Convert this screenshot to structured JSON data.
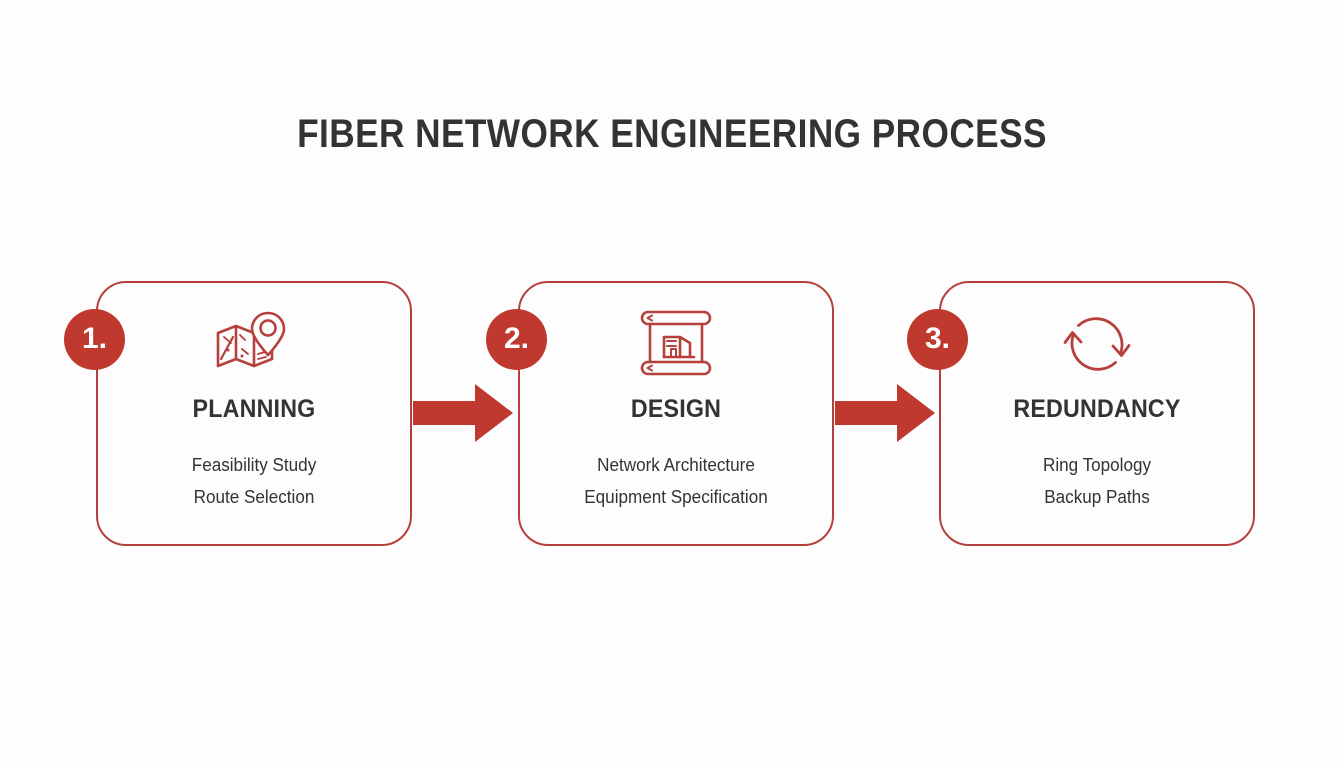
{
  "page": {
    "title": "FIBER NETWORK ENGINEERING PROCESS",
    "background_color": "#fdfdfd",
    "accent_color": "#c0392f",
    "border_color": "#b5403c",
    "text_color": "#333333"
  },
  "steps": [
    {
      "badge": "1.",
      "icon": "folded-map-with-location-pin-icon",
      "title": "PLANNING",
      "lines": [
        "Feasibility Study",
        "Route Selection"
      ]
    },
    {
      "badge": "2.",
      "icon": "blueprint-scroll-icon",
      "title": "DESIGN",
      "lines": [
        "Network Architecture",
        "Equipment Specification"
      ]
    },
    {
      "badge": "3.",
      "icon": "circular-sync-arrows-icon",
      "title": "REDUNDANCY",
      "lines": [
        "Ring Topology",
        "Backup Paths"
      ]
    }
  ],
  "connectors": [
    {
      "icon": "right-arrow-icon",
      "from": "PLANNING",
      "to": "DESIGN"
    },
    {
      "icon": "right-arrow-icon",
      "from": "DESIGN",
      "to": "REDUNDANCY"
    }
  ]
}
